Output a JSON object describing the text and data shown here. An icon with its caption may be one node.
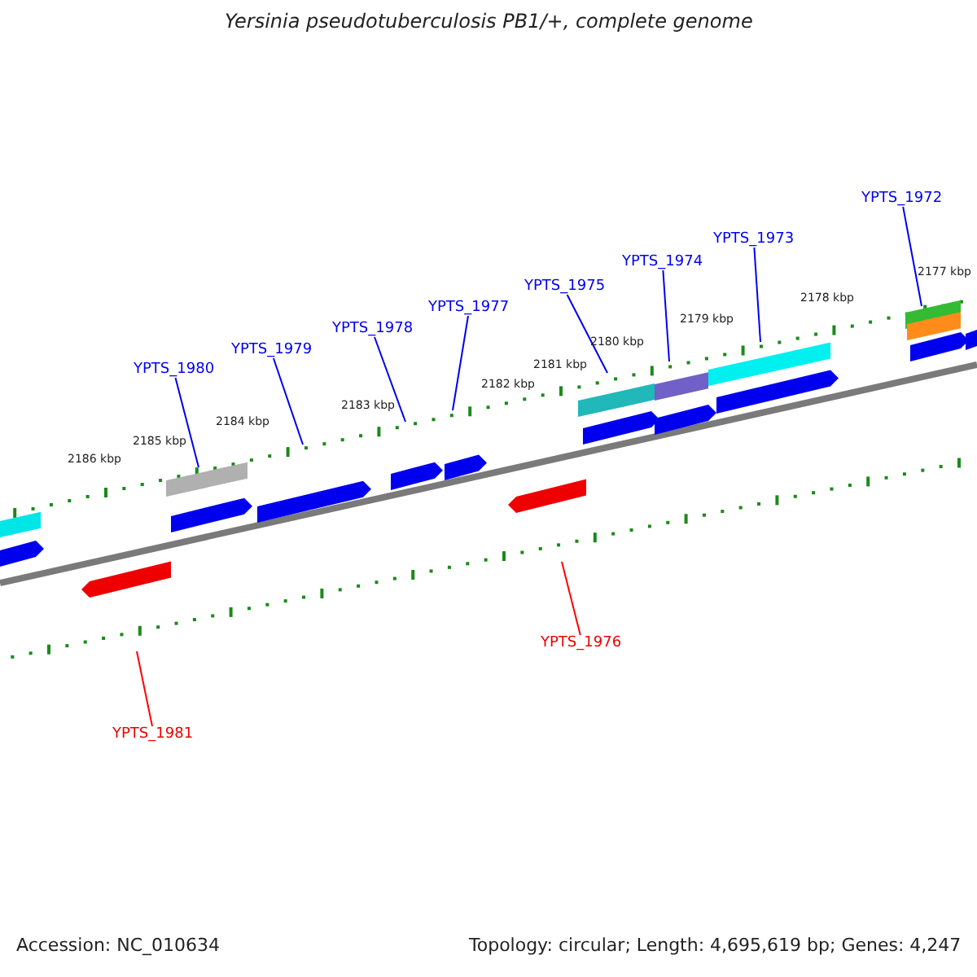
{
  "diagram": {
    "title": "Yersinia pseudotuberculosis PB1/+, complete genome",
    "nodes": [
      {
        "text": [
          "YPTS_1980"
        ]
      },
      {
        "text": [
          "YPTS_1979"
        ]
      },
      {
        "text": [
          "YPTS_1978"
        ]
      },
      {
        "text": [
          "YPTS_1977"
        ]
      },
      {
        "text": [
          "YPTS_1975"
        ]
      },
      {
        "text": [
          "YPTS_1974"
        ]
      },
      {
        "text": [
          "YPTS_1973"
        ]
      },
      {
        "text": [
          "YPTS_1972"
        ]
      },
      {
        "text": [
          "YPTS_1981"
        ]
      },
      {
        "text": [
          "YPTS_1976"
        ]
      }
    ],
    "edges": [
      {
        "from": 0,
        "to": null,
        "arrow": "none"
      },
      {
        "from": 1,
        "to": null,
        "arrow": "none"
      },
      {
        "from": 2,
        "to": null,
        "arrow": "none"
      },
      {
        "from": 3,
        "to": null,
        "arrow": "none"
      },
      {
        "from": 4,
        "to": null,
        "arrow": "none"
      },
      {
        "from": 5,
        "to": null,
        "arrow": "none"
      },
      {
        "from": 6,
        "to": null,
        "arrow": "none"
      },
      {
        "from": 7,
        "to": null,
        "arrow": "none"
      },
      {
        "from": 8,
        "to": null,
        "arrow": "none",
        "color": "#ff0000"
      },
      {
        "from": 9,
        "to": null,
        "arrow": "none",
        "color": "#ff0000"
      }
    ],
    "labels": [
      "2186 kbp",
      "2185 kbp",
      "2184 kbp",
      "2183 kbp",
      "2182 kbp",
      "2181 kbp",
      "2180 kbp",
      "2179 kbp",
      "2178 kbp",
      "2177 kbp",
      "Accession: NC_010634",
      "Topology: circular; Length: 4,695,619 bp; Genes: 4,247"
    ]
  }
}
